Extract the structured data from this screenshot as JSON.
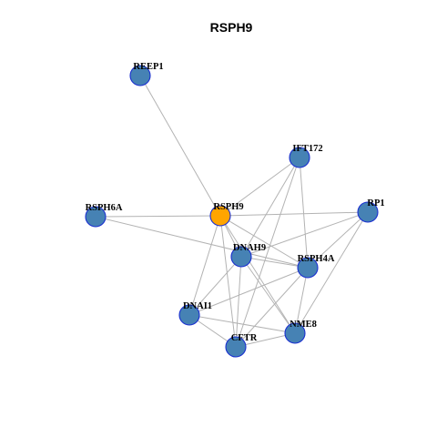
{
  "title": "RSPH9",
  "colors": {
    "center_fill": "#FFA500",
    "node_fill": "#4682B4",
    "node_border": "#1A2FD0",
    "edge": "#B3B3B3"
  },
  "nodes": [
    {
      "id": "REEP1",
      "label": "REEP1",
      "center": false
    },
    {
      "id": "IFT172",
      "label": "IFT172",
      "center": false
    },
    {
      "id": "RSPH6A",
      "label": "RSPH6A",
      "center": false
    },
    {
      "id": "RSPH9",
      "label": "RSPH9",
      "center": true
    },
    {
      "id": "RP1",
      "label": "RP1",
      "center": false
    },
    {
      "id": "DNAH9",
      "label": "DNAH9",
      "center": false
    },
    {
      "id": "RSPH4A",
      "label": "RSPH4A",
      "center": false
    },
    {
      "id": "DNAI1",
      "label": "DNAI1",
      "center": false
    },
    {
      "id": "NME8",
      "label": "NME8",
      "center": false
    },
    {
      "id": "CFTR",
      "label": "CFTR",
      "center": false
    }
  ],
  "edges": [
    [
      "REEP1",
      "RSPH9"
    ],
    [
      "IFT172",
      "RSPH9"
    ],
    [
      "IFT172",
      "DNAH9"
    ],
    [
      "IFT172",
      "RSPH4A"
    ],
    [
      "IFT172",
      "CFTR"
    ],
    [
      "RSPH6A",
      "RSPH9"
    ],
    [
      "RSPH6A",
      "RSPH4A"
    ],
    [
      "RSPH9",
      "RP1"
    ],
    [
      "RSPH9",
      "DNAH9"
    ],
    [
      "RSPH9",
      "RSPH4A"
    ],
    [
      "RSPH9",
      "DNAI1"
    ],
    [
      "RSPH9",
      "NME8"
    ],
    [
      "RSPH9",
      "CFTR"
    ],
    [
      "RP1",
      "DNAH9"
    ],
    [
      "RP1",
      "RSPH4A"
    ],
    [
      "RP1",
      "NME8"
    ],
    [
      "DNAH9",
      "RSPH4A"
    ],
    [
      "DNAH9",
      "DNAI1"
    ],
    [
      "DNAH9",
      "NME8"
    ],
    [
      "DNAH9",
      "CFTR"
    ],
    [
      "RSPH4A",
      "DNAI1"
    ],
    [
      "RSPH4A",
      "NME8"
    ],
    [
      "RSPH4A",
      "CFTR"
    ],
    [
      "DNAI1",
      "NME8"
    ],
    [
      "DNAI1",
      "CFTR"
    ],
    [
      "NME8",
      "CFTR"
    ]
  ]
}
